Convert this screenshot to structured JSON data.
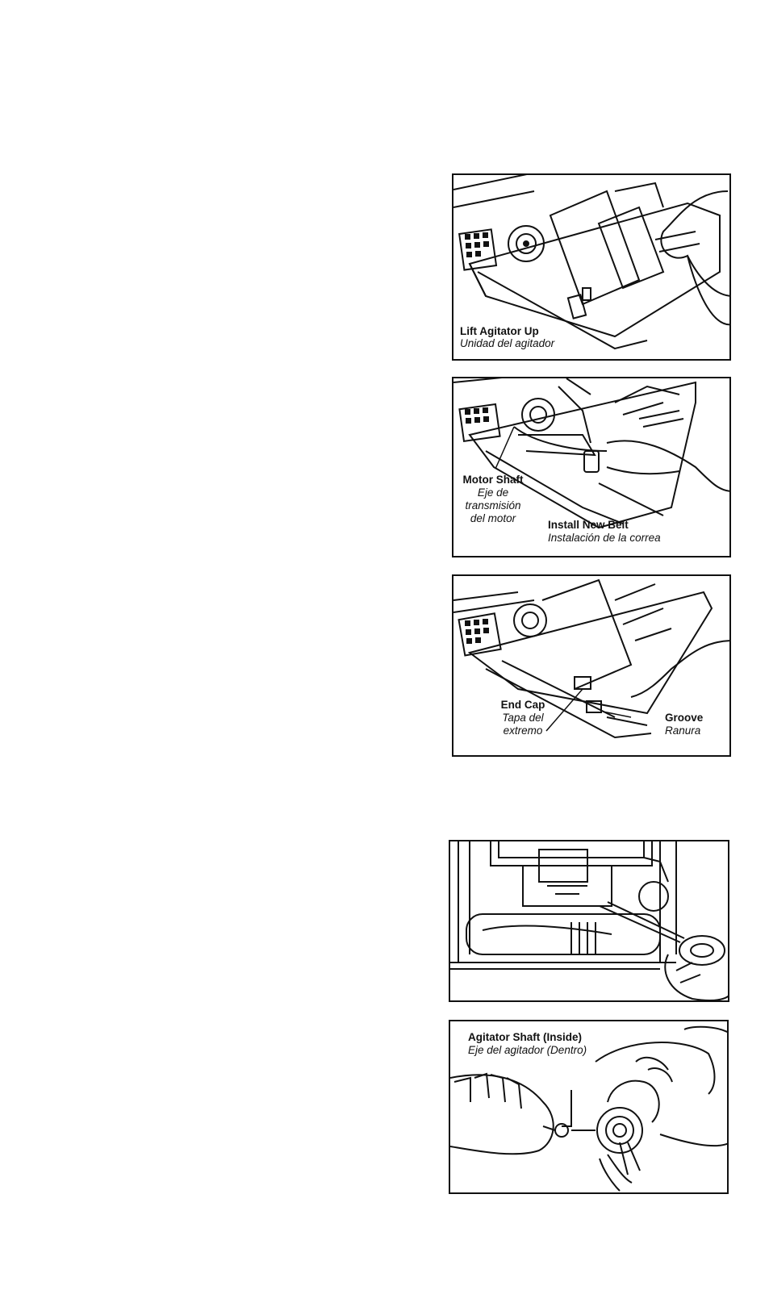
{
  "panel1": {
    "title": "Lift Agitator Up",
    "subtitle": "Unidad del agitador"
  },
  "panel2": {
    "shaft_title": "Motor Shaft",
    "shaft_sub1": "Eje de",
    "shaft_sub2": "transmisión",
    "shaft_sub3": "del motor",
    "belt_title": "Install New Belt",
    "belt_sub": "Instalación de la correa"
  },
  "panel3": {
    "endcap_title": "End Cap",
    "endcap_sub1": "Tapa del",
    "endcap_sub2": "extremo",
    "groove_title": "Groove",
    "groove_sub": "Ranura"
  },
  "panel5": {
    "title": "Agitator Shaft (Inside)",
    "subtitle": "Eje del agitador (Dentro)"
  },
  "icons": [
    "vacuum-nozzle-illustration",
    "belt-install-illustration",
    "end-cap-illustration",
    "scissors-agitator-illustration",
    "agitator-shaft-illustration"
  ]
}
